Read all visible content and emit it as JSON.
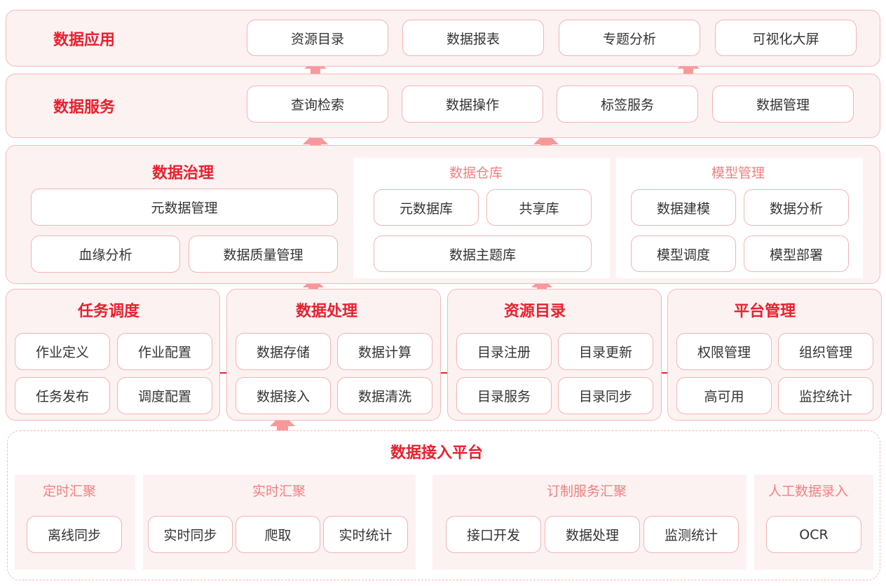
{
  "colors": {
    "accent": "#e8202e",
    "pink_border": "#f5b8b8",
    "panel_bg": "#fdf2f2",
    "arrow": "#f7999b",
    "subtitle": "#f08080",
    "text": "#333333"
  },
  "app_layer": {
    "title": "数据应用",
    "items": [
      "资源目录",
      "数据报表",
      "专题分析",
      "可视化大屏"
    ]
  },
  "service_layer": {
    "title": "数据服务",
    "items": [
      "查询检索",
      "数据操作",
      "标签服务",
      "数据管理"
    ]
  },
  "governance": {
    "title": "数据治理",
    "items": [
      "元数据管理",
      "血缘分析",
      "数据质量管理"
    ]
  },
  "warehouse": {
    "title": "数据仓库",
    "items": [
      "元数据库",
      "共享库",
      "数据主题库"
    ]
  },
  "model": {
    "title": "模型管理",
    "items": [
      "数据建模",
      "数据分析",
      "模型调度",
      "模型部署"
    ]
  },
  "scheduling": {
    "title": "任务调度",
    "items": [
      "作业定义",
      "作业配置",
      "任务发布",
      "调度配置"
    ]
  },
  "processing": {
    "title": "数据处理",
    "items": [
      "数据存储",
      "数据计算",
      "数据接入",
      "数据清洗"
    ]
  },
  "catalog": {
    "title": "资源目录",
    "items": [
      "目录注册",
      "目录更新",
      "目录服务",
      "目录同步"
    ]
  },
  "platform": {
    "title": "平台管理",
    "items": [
      "权限管理",
      "组织管理",
      "高可用",
      "监控统计"
    ]
  },
  "ingest_platform": {
    "title": "数据接入平台",
    "groups": [
      {
        "title": "定时汇聚",
        "items": [
          "离线同步"
        ]
      },
      {
        "title": "实时汇聚",
        "items": [
          "实时同步",
          "爬取",
          "实时统计"
        ]
      },
      {
        "title": "订制服务汇聚",
        "items": [
          "接口开发",
          "数据处理",
          "监测统计"
        ]
      },
      {
        "title": "人工数据录入",
        "items": [
          "OCR"
        ]
      }
    ]
  }
}
